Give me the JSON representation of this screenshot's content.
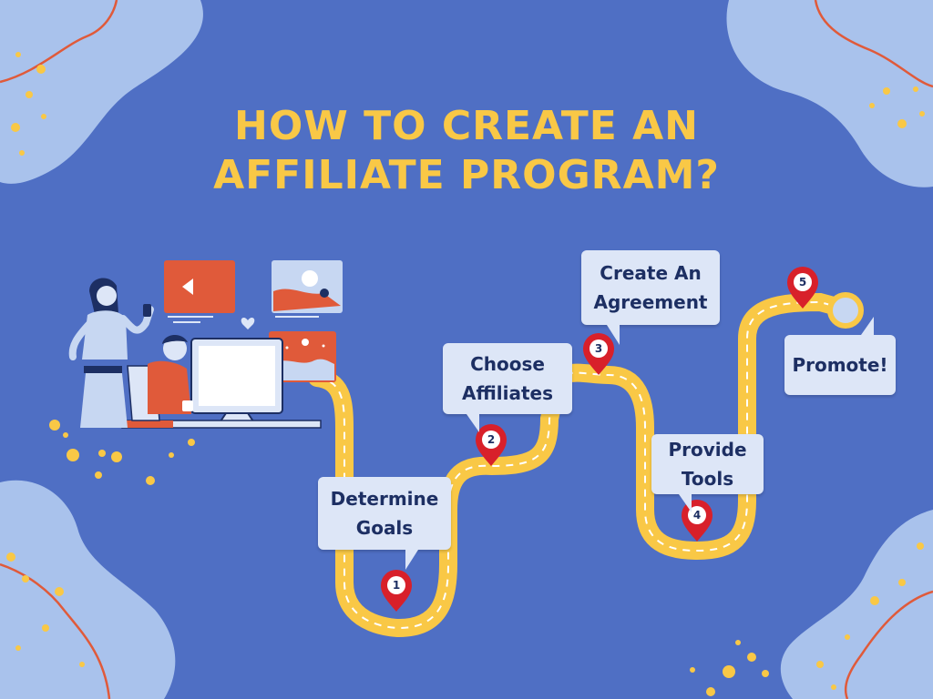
{
  "title": {
    "line1": "HOW TO CREATE AN",
    "line2": "AFFILIATE PROGRAM?"
  },
  "steps": [
    {
      "number": "1",
      "line1": "Determine",
      "line2": "Goals"
    },
    {
      "number": "2",
      "line1": "Choose",
      "line2": "Affiliates"
    },
    {
      "number": "3",
      "line1": "Create An",
      "line2": "Agreement"
    },
    {
      "number": "4",
      "line1": "Provide",
      "line2": "Tools"
    },
    {
      "number": "5",
      "line1": "Promote!",
      "line2": ""
    }
  ],
  "colors": {
    "background": "#4f6fc4",
    "title": "#f9c846",
    "road": "#f9c846",
    "pin": "#d8202a",
    "bubble": "#dde6f7",
    "bubble_text": "#1d2f63",
    "blob": "#a9c2ec",
    "accent_line": "#e05a3a",
    "dots": "#f9c846"
  },
  "illustration": {
    "description_icons": [
      "woman-with-phone-icon",
      "man-at-computer-icon",
      "video-play-card-icon",
      "photo-card-icon",
      "heart-icon",
      "night-scene-card-icon"
    ]
  }
}
